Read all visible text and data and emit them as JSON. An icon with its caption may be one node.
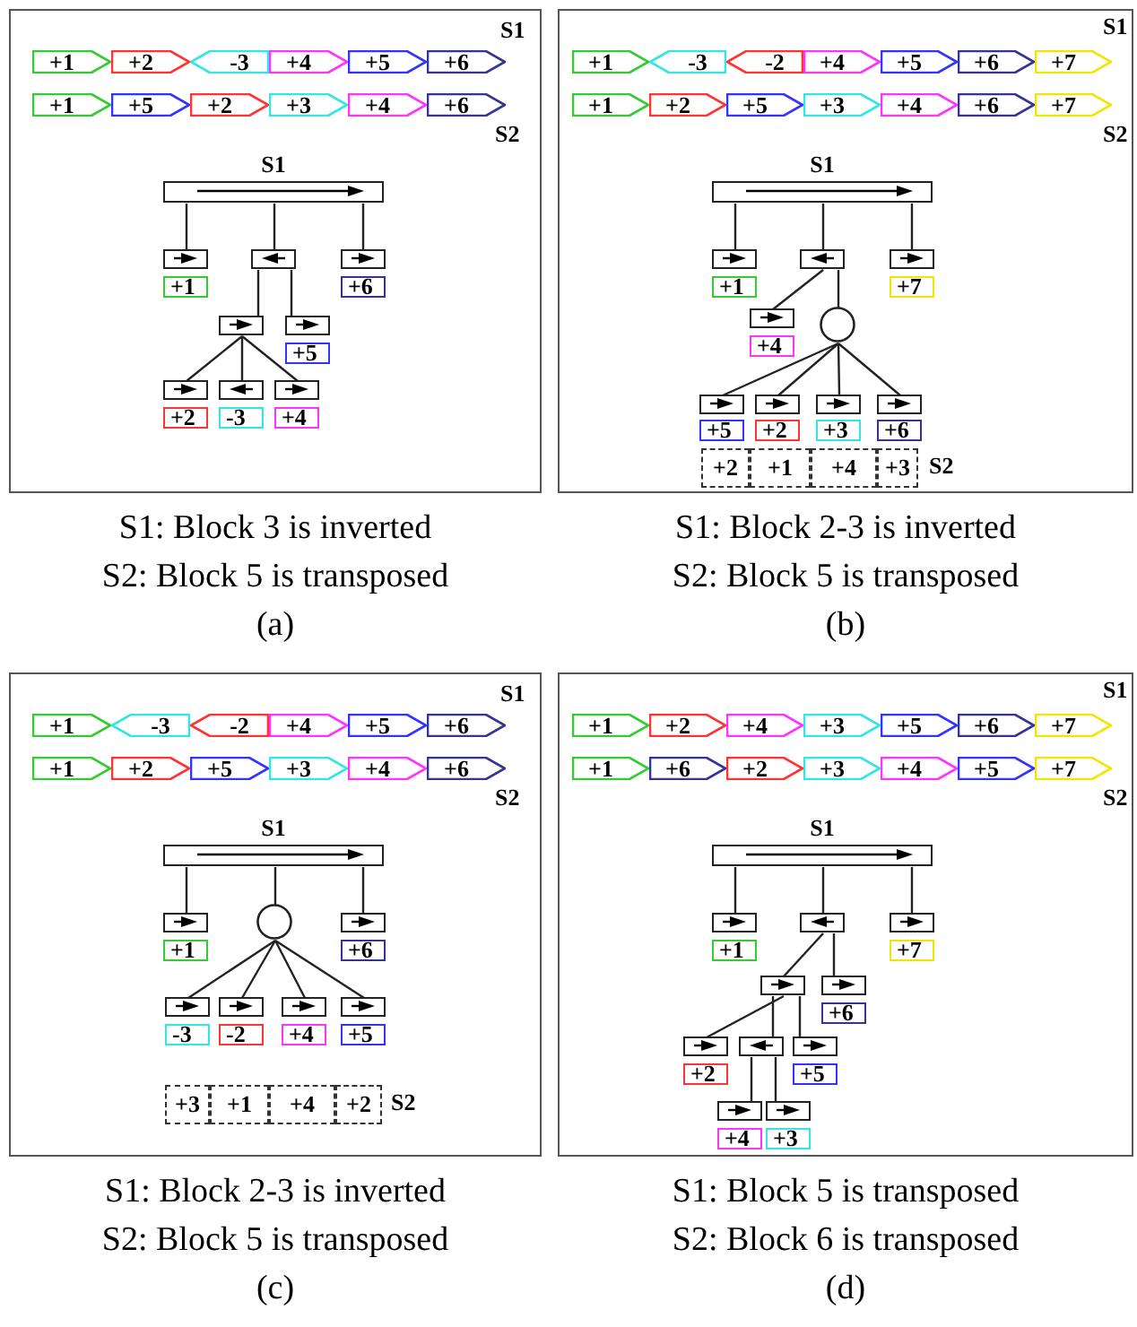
{
  "diagram": {
    "nodes": [
      {
        "text": [],
        "shape": "box",
        "beside": [
          "S1: Block 3 is inverted",
          "S2: Block 5 is transposed",
          "(a)"
        ]
      },
      {
        "text": [
          "+1"
        ],
        "in": 0
      },
      {
        "text": [
          "+2"
        ],
        "in": 0
      },
      {
        "text": [
          "-3"
        ],
        "in": 0
      },
      {
        "text": [
          "+4"
        ],
        "in": 0
      },
      {
        "text": [
          "+5"
        ],
        "in": 0
      },
      {
        "text": [
          "+6"
        ],
        "in": 0
      },
      {
        "text": [
          "+1"
        ],
        "in": 0
      },
      {
        "text": [
          "+5"
        ],
        "in": 0
      },
      {
        "text": [
          "+2"
        ],
        "in": 0
      },
      {
        "text": [
          "+3"
        ],
        "in": 0
      },
      {
        "text": [
          "+4"
        ],
        "in": 0
      },
      {
        "text": [
          "+6"
        ],
        "in": 0
      },
      {
        "text": [
          "S1"
        ],
        "in": 0
      },
      {
        "text": [],
        "shape": "box",
        "in": 0
      },
      {
        "text": [],
        "shape": "box",
        "in": 0
      },
      {
        "text": [],
        "shape": "box",
        "in": 0
      },
      {
        "text": [
          "+1"
        ],
        "in": 0
      },
      {
        "text": [
          "+6"
        ],
        "in": 0
      },
      {
        "text": [],
        "shape": "box",
        "in": 0
      },
      {
        "text": [],
        "shape": "box",
        "in": 0
      },
      {
        "text": [
          "+5"
        ],
        "in": 0
      },
      {
        "text": [],
        "shape": "box",
        "in": 0
      },
      {
        "text": [],
        "shape": "box",
        "in": 0
      },
      {
        "text": [],
        "shape": "box",
        "in": 0
      },
      {
        "text": [
          "+2"
        ],
        "in": 0
      },
      {
        "text": [
          "-3"
        ],
        "in": 0
      },
      {
        "text": [
          "+4"
        ],
        "in": 0
      },
      {
        "text": [],
        "shape": "box",
        "beside": [
          "S1: Block 2-3 is inverted",
          "S2: Block 5 is transposed",
          "(b)"
        ]
      },
      {
        "text": [
          "+1"
        ],
        "in": 28
      },
      {
        "text": [
          "-3"
        ],
        "in": 28
      },
      {
        "text": [
          "-2"
        ],
        "in": 28
      },
      {
        "text": [
          "+4"
        ],
        "in": 28
      },
      {
        "text": [
          "+5"
        ],
        "in": 28
      },
      {
        "text": [
          "+6"
        ],
        "in": 28
      },
      {
        "text": [
          "+7"
        ],
        "in": 28
      },
      {
        "text": [
          "+1"
        ],
        "in": 28
      },
      {
        "text": [
          "+2"
        ],
        "in": 28
      },
      {
        "text": [
          "+5"
        ],
        "in": 28
      },
      {
        "text": [
          "+3"
        ],
        "in": 28
      },
      {
        "text": [
          "+4"
        ],
        "in": 28
      },
      {
        "text": [
          "+6"
        ],
        "in": 28
      },
      {
        "text": [
          "+7"
        ],
        "in": 28
      },
      {
        "text": [
          "S1"
        ],
        "in": 28
      },
      {
        "text": [],
        "shape": "box",
        "in": 28
      },
      {
        "text": [],
        "shape": "box",
        "in": 28
      },
      {
        "text": [],
        "shape": "box",
        "in": 28
      },
      {
        "text": [
          "+1"
        ],
        "in": 28
      },
      {
        "text": [
          "+7"
        ],
        "in": 28
      },
      {
        "text": [],
        "shape": "box",
        "in": 28
      },
      {
        "text": [
          "+4"
        ],
        "in": 28
      },
      {
        "text": [],
        "shape": "circle",
        "in": 28
      },
      {
        "text": [],
        "shape": "box",
        "in": 28
      },
      {
        "text": [],
        "shape": "box",
        "in": 28
      },
      {
        "text": [],
        "shape": "box",
        "in": 28
      },
      {
        "text": [],
        "shape": "box",
        "in": 28
      },
      {
        "text": [
          "+5"
        ],
        "in": 28
      },
      {
        "text": [
          "+2"
        ],
        "in": 28
      },
      {
        "text": [
          "+3"
        ],
        "in": 28
      },
      {
        "text": [
          "+6"
        ],
        "in": 28
      },
      {
        "text": [
          "+2"
        ],
        "in": 28
      },
      {
        "text": [
          "+1"
        ],
        "in": 28
      },
      {
        "text": [
          "+4"
        ],
        "in": 28
      },
      {
        "text": [
          "+3"
        ],
        "in": 28
      },
      {
        "text": [],
        "shape": "box",
        "beside": [
          "S1: Block 2-3 is inverted",
          "S2: Block 5 is transposed",
          "(c)"
        ]
      },
      {
        "text": [
          "+1"
        ],
        "in": 64
      },
      {
        "text": [
          "-3"
        ],
        "in": 64
      },
      {
        "text": [
          "-2"
        ],
        "in": 64
      },
      {
        "text": [
          "+4"
        ],
        "in": 64
      },
      {
        "text": [
          "+5"
        ],
        "in": 64
      },
      {
        "text": [
          "+6"
        ],
        "in": 64
      },
      {
        "text": [
          "+1"
        ],
        "in": 64
      },
      {
        "text": [
          "+2"
        ],
        "in": 64
      },
      {
        "text": [
          "+5"
        ],
        "in": 64
      },
      {
        "text": [
          "+3"
        ],
        "in": 64
      },
      {
        "text": [
          "+4"
        ],
        "in": 64
      },
      {
        "text": [
          "+6"
        ],
        "in": 64
      },
      {
        "text": [
          "S1"
        ],
        "in": 64
      },
      {
        "text": [],
        "shape": "box",
        "in": 64
      },
      {
        "text": [],
        "shape": "circle",
        "in": 64
      },
      {
        "text": [],
        "shape": "box",
        "in": 64
      },
      {
        "text": [
          "+1"
        ],
        "in": 64
      },
      {
        "text": [
          "+6"
        ],
        "in": 64
      },
      {
        "text": [],
        "shape": "box",
        "in": 64
      },
      {
        "text": [],
        "shape": "box",
        "in": 64
      },
      {
        "text": [],
        "shape": "box",
        "in": 64
      },
      {
        "text": [],
        "shape": "box",
        "in": 64
      },
      {
        "text": [
          "-3"
        ],
        "in": 64
      },
      {
        "text": [
          "-2"
        ],
        "in": 64
      },
      {
        "text": [
          "+4"
        ],
        "in": 64
      },
      {
        "text": [
          "+5"
        ],
        "in": 64
      },
      {
        "text": [
          "+3"
        ],
        "in": 64
      },
      {
        "text": [
          "+1"
        ],
        "in": 64
      },
      {
        "text": [
          "+4"
        ],
        "in": 64
      },
      {
        "text": [
          "+2"
        ],
        "in": 64
      },
      {
        "text": [],
        "shape": "box",
        "beside": [
          "S1: Block 5 is transposed",
          "S2: Block 6 is transposed",
          "(d)"
        ]
      },
      {
        "text": [
          "+1"
        ],
        "in": 95
      },
      {
        "text": [
          "+2"
        ],
        "in": 95
      },
      {
        "text": [
          "+4"
        ],
        "in": 95
      },
      {
        "text": [
          "+3"
        ],
        "in": 95
      },
      {
        "text": [
          "+5"
        ],
        "in": 95
      },
      {
        "text": [
          "+6"
        ],
        "in": 95
      },
      {
        "text": [
          "+7"
        ],
        "in": 95
      },
      {
        "text": [
          "+1"
        ],
        "in": 95
      },
      {
        "text": [
          "+6"
        ],
        "in": 95
      },
      {
        "text": [
          "+2"
        ],
        "in": 95
      },
      {
        "text": [
          "+3"
        ],
        "in": 95
      },
      {
        "text": [
          "+4"
        ],
        "in": 95
      },
      {
        "text": [
          "+5"
        ],
        "in": 95
      },
      {
        "text": [
          "+7"
        ],
        "in": 95
      },
      {
        "text": [
          "S1"
        ],
        "in": 95
      },
      {
        "text": [],
        "shape": "box",
        "in": 95
      },
      {
        "text": [],
        "shape": "box",
        "in": 95
      },
      {
        "text": [],
        "shape": "box",
        "in": 95
      },
      {
        "text": [
          "+1"
        ],
        "in": 95
      },
      {
        "text": [
          "+7"
        ],
        "in": 95
      },
      {
        "text": [],
        "shape": "box",
        "in": 95
      },
      {
        "text": [],
        "shape": "box",
        "in": 95
      },
      {
        "text": [
          "+6"
        ],
        "in": 95
      },
      {
        "text": [],
        "shape": "box",
        "in": 95
      },
      {
        "text": [],
        "shape": "box",
        "in": 95
      },
      {
        "text": [],
        "shape": "box",
        "in": 95
      },
      {
        "text": [
          "+2"
        ],
        "in": 95
      },
      {
        "text": [
          "+5"
        ],
        "in": 95
      },
      {
        "text": [],
        "shape": "box",
        "in": 95
      },
      {
        "text": [],
        "shape": "box",
        "in": 95
      },
      {
        "text": [
          "+4"
        ],
        "in": 95
      },
      {
        "text": [
          "+3"
        ],
        "in": 95
      }
    ],
    "edges": [
      {
        "from": 13,
        "to": 14,
        "arrow": "none"
      },
      {
        "from": 13,
        "to": 15,
        "arrow": "none"
      },
      {
        "from": 13,
        "to": 16,
        "arrow": "none"
      },
      {
        "from": 15,
        "to": 19,
        "arrow": "none"
      },
      {
        "from": 15,
        "to": 20,
        "arrow": "none"
      },
      {
        "from": 19,
        "to": 22,
        "arrow": "none"
      },
      {
        "from": 19,
        "to": 23,
        "arrow": "none"
      },
      {
        "from": 19,
        "to": 24,
        "arrow": "none"
      },
      {
        "from": 43,
        "to": 44,
        "arrow": "none"
      },
      {
        "from": 43,
        "to": 45,
        "arrow": "none"
      },
      {
        "from": 43,
        "to": 46,
        "arrow": "none"
      },
      {
        "from": 45,
        "to": 49,
        "arrow": "none"
      },
      {
        "from": 45,
        "to": 51,
        "arrow": "none"
      },
      {
        "from": 51,
        "to": 52,
        "arrow": "none"
      },
      {
        "from": 51,
        "to": 53,
        "arrow": "none"
      },
      {
        "from": 51,
        "to": 54,
        "arrow": "none"
      },
      {
        "from": 51,
        "to": 55,
        "arrow": "none"
      },
      {
        "from": 77,
        "to": 78,
        "arrow": "none"
      },
      {
        "from": 77,
        "to": 79,
        "arrow": "none"
      },
      {
        "from": 77,
        "to": 80,
        "arrow": "none"
      },
      {
        "from": 79,
        "to": 83,
        "arrow": "none"
      },
      {
        "from": 79,
        "to": 84,
        "arrow": "none"
      },
      {
        "from": 79,
        "to": 85,
        "arrow": "none"
      },
      {
        "from": 79,
        "to": 86,
        "arrow": "none"
      },
      {
        "from": 110,
        "to": 111,
        "arrow": "none"
      },
      {
        "from": 110,
        "to": 112,
        "arrow": "none"
      },
      {
        "from": 110,
        "to": 113,
        "arrow": "none"
      },
      {
        "from": 112,
        "to": 116,
        "arrow": "none"
      },
      {
        "from": 112,
        "to": 117,
        "arrow": "none"
      },
      {
        "from": 116,
        "to": 119,
        "arrow": "none"
      },
      {
        "from": 116,
        "to": 120,
        "arrow": "none"
      },
      {
        "from": 116,
        "to": 121,
        "arrow": "none"
      },
      {
        "from": 120,
        "to": 124,
        "arrow": "none"
      },
      {
        "from": 120,
        "to": 125,
        "arrow": "none"
      }
    ],
    "labels": [
      "S1",
      "S2",
      "S1",
      "S2",
      "S2",
      "S1",
      "S2",
      "S2",
      "S1",
      "S2"
    ]
  }
}
